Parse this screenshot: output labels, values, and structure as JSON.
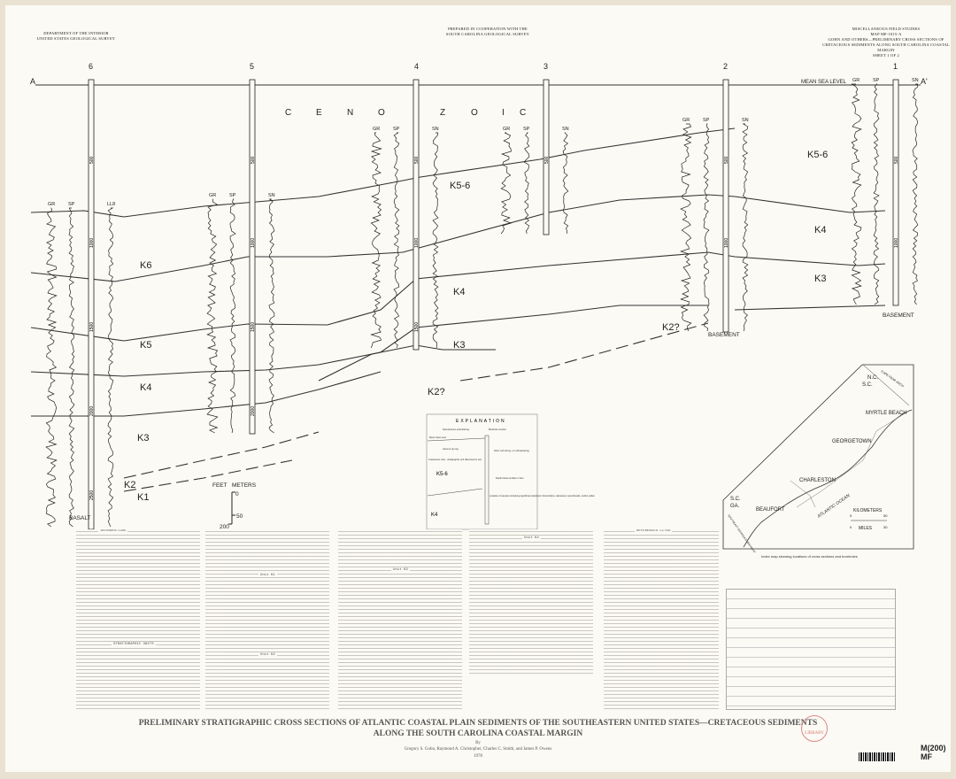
{
  "header": {
    "left": [
      "DEPARTMENT OF THE INTERIOR",
      "UNITED STATES GEOLOGICAL SURVEY"
    ],
    "center": [
      "PREPARED IN COOPERATION WITH THE",
      "SOUTH CAROLINA GEOLOGICAL SURVEY"
    ],
    "right": [
      "MISCELLANEOUS FIELD STUDIES",
      "MAP MF-1015-A",
      "GOHN AND OTHERS—PRELIMINARY CROSS SECTIONS OF",
      "CRETACEOUS SEDIMENTS ALONG SOUTH CAROLINA COASTAL MARGIN",
      "SHEET 1 OF 2"
    ]
  },
  "section": {
    "start": "A",
    "end": "A'",
    "sea_level": "MEAN SEA LEVEL",
    "era_letters": [
      "C",
      "E",
      "N",
      "O",
      "Z",
      "O",
      "I",
      "C"
    ],
    "wells": [
      "6",
      "5",
      "4",
      "3",
      "2",
      "1"
    ],
    "depths": [
      "500",
      "1000",
      "1500",
      "2000",
      "2500"
    ],
    "log_labels": {
      "gr": "GR",
      "sp": "SP",
      "sn": "SN",
      "llb": "LL8"
    },
    "units": [
      "K6",
      "K5",
      "K4",
      "K3",
      "K2",
      "K1",
      "K5-6",
      "K4",
      "K3",
      "K2?",
      "K2?",
      "K5-6",
      "K4",
      "K3"
    ],
    "basement": [
      "BASALT",
      "BASEMENT",
      "BASEMENT"
    ],
    "scale": {
      "feet": "FEET",
      "meters": "METERS",
      "f_tick": "200",
      "m_top": "0",
      "m_tick": "50"
    }
  },
  "explanation": {
    "title": "EXPLANATION",
    "items": [
      "Spontaneous potential log",
      "Borehole number",
      "Mean Sea Level",
      "Gamma ray log",
      "Short normal log, or LL8 lateral log",
      "Cretaceous rock - stratigraphic unit discussed in text",
      "Depth below surface in feet",
      "Location of sample containing significant planktonic foraminifera, calcareous nannofossils, and/or pollen"
    ],
    "unit_a": "K5-6",
    "unit_b": "K4"
  },
  "index_map": {
    "labels": [
      "N.C.",
      "S.C.",
      "CAPE FEAR ARCH",
      "MYRTLE BEACH",
      "GEORGETOWN",
      "CHARLESTON",
      "BEAUFORT",
      "ATLANTIC OCEAN",
      "S.C.",
      "GA.",
      "SOUTHEAST GEORGIA EMBAYMENT",
      "KILOMETERS",
      "MILES"
    ],
    "scale_km": [
      "0",
      "50"
    ],
    "scale_mi": [
      "0",
      "30"
    ],
    "caption": "Index map showing locations of cross sections and boreholes"
  },
  "text_headings": [
    "INTRODUCTION",
    "STRATIGRAPHIC UNITS",
    "Unit K1",
    "Unit K2",
    "Unit K3",
    "Unit K4",
    "REFERENCES CITED"
  ],
  "title": {
    "line1": "PRELIMINARY STRATIGRAPHIC CROSS SECTIONS OF ATLANTIC COASTAL PLAIN SEDIMENTS OF THE SOUTHEASTERN UNITED STATES—CRETACEOUS SEDIMENTS",
    "line2": "ALONG THE SOUTH CAROLINA COASTAL MARGIN",
    "by": "By",
    "authors": "Gregory S. Gohn, Raymond A. Christopher, Charles C. Smith, and James P. Owens",
    "year": "1978"
  },
  "stamps": {
    "library": "LIBRARY",
    "callno": "M(200)",
    "mf": "MF"
  }
}
